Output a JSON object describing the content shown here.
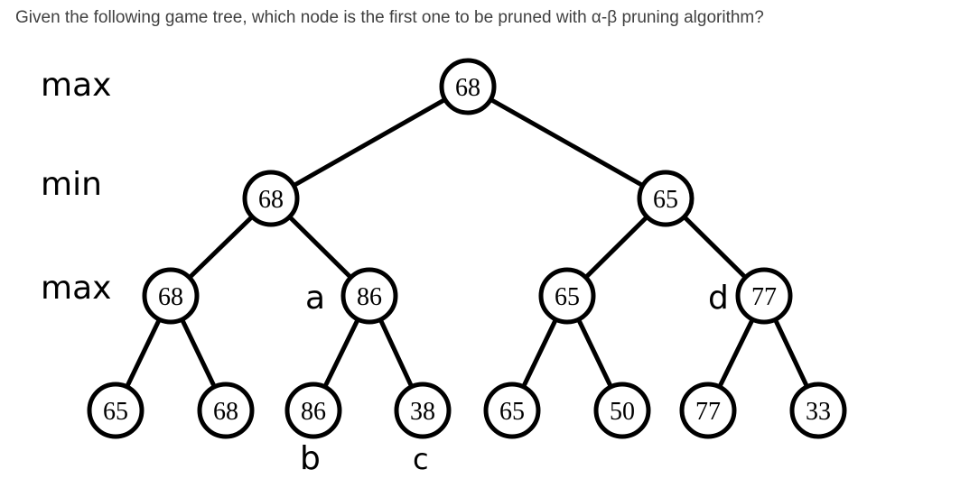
{
  "question": "Given the following game tree, which node is the first one to be pruned with α-β pruning algorithm?",
  "levels": [
    "max",
    "min",
    "max"
  ],
  "nodes": {
    "root": "68",
    "min_left": "68",
    "min_right": "65",
    "max_1": "68",
    "max_2": "86",
    "max_3": "65",
    "max_4": "77",
    "leaf_1": "65",
    "leaf_2": "68",
    "leaf_3": "86",
    "leaf_4": "38",
    "leaf_5": "65",
    "leaf_6": "50",
    "leaf_7": "77",
    "leaf_8": "33"
  },
  "labels": {
    "a": "a",
    "b": "b",
    "c": "c",
    "d": "d"
  }
}
